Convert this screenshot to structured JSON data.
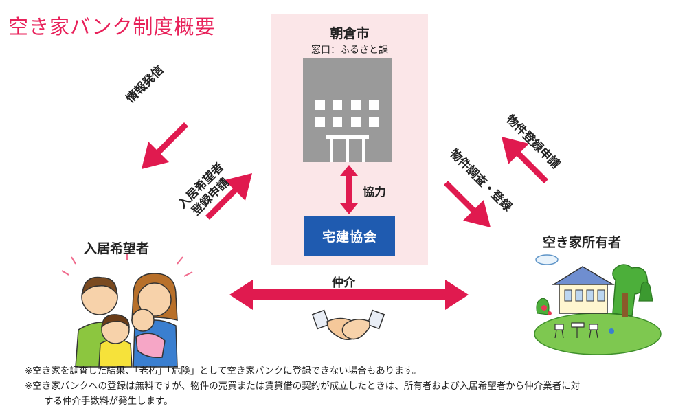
{
  "title": "空き家バンク制度概要",
  "city": {
    "name": "朝倉市",
    "window": "窓口：ふるさと課"
  },
  "cooperation": "協力",
  "takken": "宅建協会",
  "left_arrows": {
    "info": "情報発信",
    "applicant_line1": "入居希望者",
    "applicant_line2": "登録申請"
  },
  "right_arrows": {
    "property_registration": "物件登録申請",
    "survey": "物件調査・登録"
  },
  "mediation": "仲介",
  "people": {
    "applicant": "入居希望者",
    "owner": "空き家所有者"
  },
  "notes": [
    "※空き家を調査した結果、「老朽」「危険」として空き家バンクに登録できない場合もあります。",
    "※空き家バンクへの登録は無料ですが、物件の売買または賃貸借の契約が成立したときは、所有者および入居希望者から仲介業者に対",
    "する仲介手数料が発生します。"
  ],
  "colors": {
    "title": "#e8215a",
    "arrow": "#e01a4f",
    "city_bg": "#fbe6e8",
    "building": "#9a9a9a",
    "takken_bg": "#1f5bb0"
  }
}
